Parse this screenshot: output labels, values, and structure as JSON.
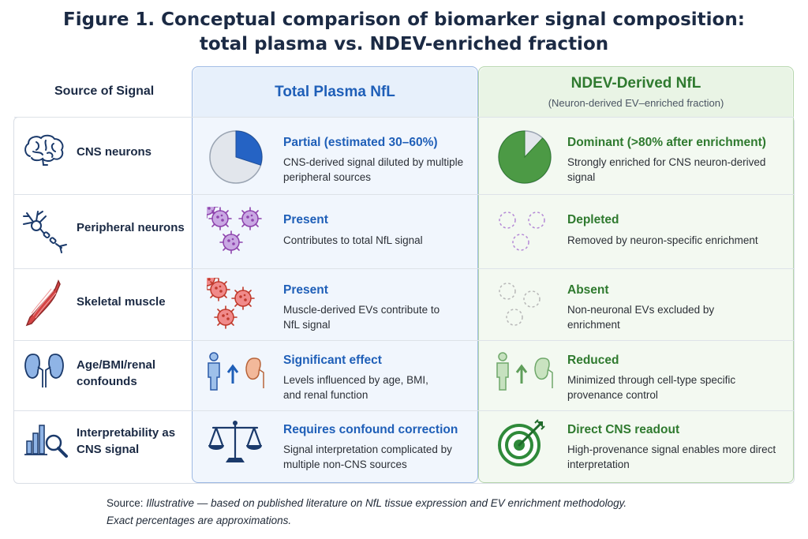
{
  "title": {
    "line1": "Figure 1. Conceptual comparison of biomarker signal composition:",
    "line2": "total plasma vs. NDEV-enriched fraction"
  },
  "headers": {
    "source": "Source of Signal",
    "plasma": "Total Plasma NfL",
    "ndev": "NDEV-Derived NfL",
    "ndev_sub": "(Neuron-derived EV–enriched fraction)"
  },
  "colors": {
    "plasma_accent": "#1f5fb8",
    "ndev_accent": "#2f7a2f",
    "peripheral_purple": "#9b59b6",
    "muscle_red": "#d64545"
  },
  "rows": [
    {
      "label": "CNS neurons",
      "icon": "brain-icon",
      "plasma": {
        "title": "Partial (estimated 30–60%)",
        "desc": "CNS-derived signal diluted by multiple peripheral sources",
        "icon": "pie-chart-icon",
        "fraction": 0.3
      },
      "ndev": {
        "title": "Dominant (>80% after enrichment)",
        "desc": "Strongly enriched for CNS neuron-derived signal",
        "icon": "pie-chart-icon",
        "fraction": 0.88
      }
    },
    {
      "label": "Peripheral neurons",
      "icon": "neuron-icon",
      "plasma": {
        "title": "Present",
        "desc": "Contributes to total NfL signal",
        "icon": "vesicle-cluster-icon"
      },
      "ndev": {
        "title": "Depleted",
        "desc": "Removed by neuron-specific enrichment",
        "icon": "dashed-vesicle-icon"
      }
    },
    {
      "label": "Skeletal muscle",
      "icon": "muscle-icon",
      "plasma": {
        "title": "Present",
        "desc": "Muscle-derived EVs contribute to NfL signal",
        "icon": "vesicle-cluster-icon"
      },
      "ndev": {
        "title": "Absent",
        "desc": "Non-neuronal EVs excluded by enrichment",
        "icon": "dashed-vesicle-icon"
      }
    },
    {
      "label": "Age/BMI/renal confounds",
      "label_line1": "Age/BMI/renal",
      "label_line2": "confounds",
      "icon": "kidney-icon",
      "plasma": {
        "title": "Significant effect",
        "desc": "Levels influenced by age, BMI, and renal function",
        "icon": "person-kidney-icon"
      },
      "ndev": {
        "title": "Reduced",
        "desc": "Minimized through cell-type specific provenance control",
        "icon": "person-kidney-icon"
      }
    },
    {
      "label": "Interpretability as CNS signal",
      "label_line1": "Interpretability as",
      "label_line2": "CNS signal",
      "icon": "chart-magnifier-icon",
      "plasma": {
        "title": "Requires confound correction",
        "desc": "Signal interpretation complicated by multiple non-CNS sources",
        "icon": "scales-icon"
      },
      "ndev": {
        "title": "Direct CNS readout",
        "desc": "High-provenance signal enables more direct interpretation",
        "icon": "target-icon"
      }
    }
  ],
  "footnote": {
    "lead": "Source:",
    "line1": "Illustrative — based on published literature on NfL tissue expression and EV enrichment methodology.",
    "line2": "Exact percentages are approximations."
  }
}
